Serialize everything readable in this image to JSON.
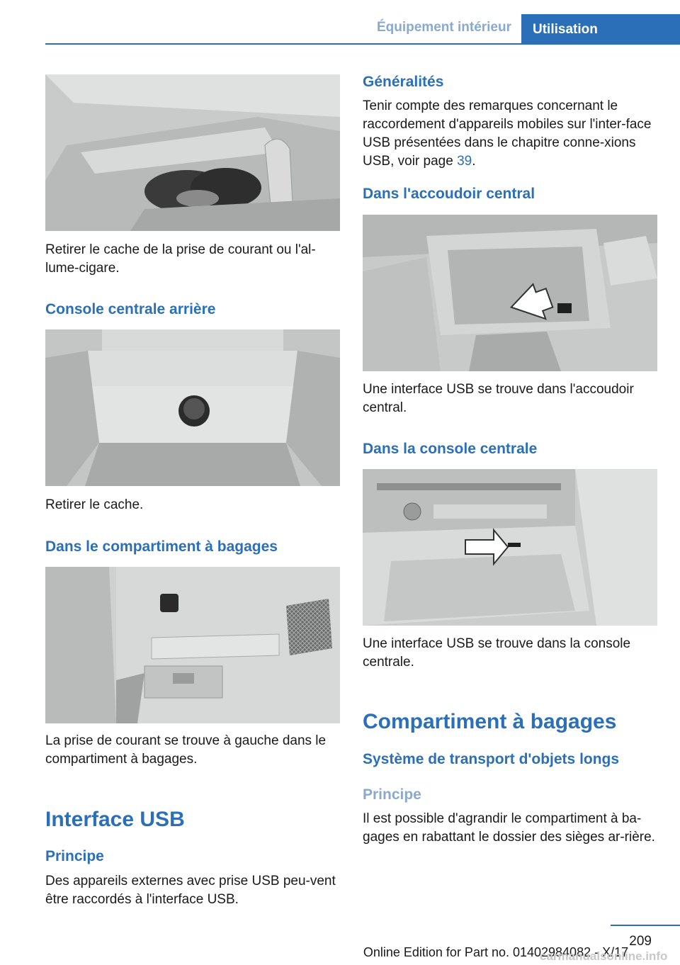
{
  "header": {
    "section": "Équipement intérieur",
    "tab": "Utilisation"
  },
  "left": {
    "caption1": "Retirer le cache de la prise de courant ou l'al-lume-cigare.",
    "heading1": "Console centrale arrière",
    "caption2": "Retirer le cache.",
    "heading2": "Dans le compartiment à bagages",
    "caption3": "La prise de courant se trouve à gauche dans le compartiment à bagages.",
    "section_title": "Interface USB",
    "principle_heading": "Principe",
    "principle_text": "Des appareils externes avec prise USB peu-vent être raccordés à l'interface USB."
  },
  "right": {
    "general_heading": "Généralités",
    "general_text_before": "Tenir compte des remarques concernant le raccordement d'appareils mobiles sur l'inter-face USB présentées dans le chapitre conne-xions USB, voir page ",
    "general_link": "39",
    "general_text_after": ".",
    "heading_armrest": "Dans l'accoudoir central",
    "caption_armrest": "Une interface USB se trouve dans l'accoudoir central.",
    "heading_console": "Dans la console centrale",
    "caption_console": "Une interface USB se trouve dans la console centrale.",
    "section_title": "Compartiment à bagages",
    "subsection_title": "Système de transport d'objets longs",
    "principle_heading": "Principe",
    "principle_text": "Il est possible d'agrandir le compartiment à ba-gages en rabattant le dossier des sièges ar-rière."
  },
  "footer": {
    "page_number": "209",
    "edition": "Online Edition for Part no. 01402984082 - X/17",
    "watermark": "carmanualsonline.info"
  }
}
